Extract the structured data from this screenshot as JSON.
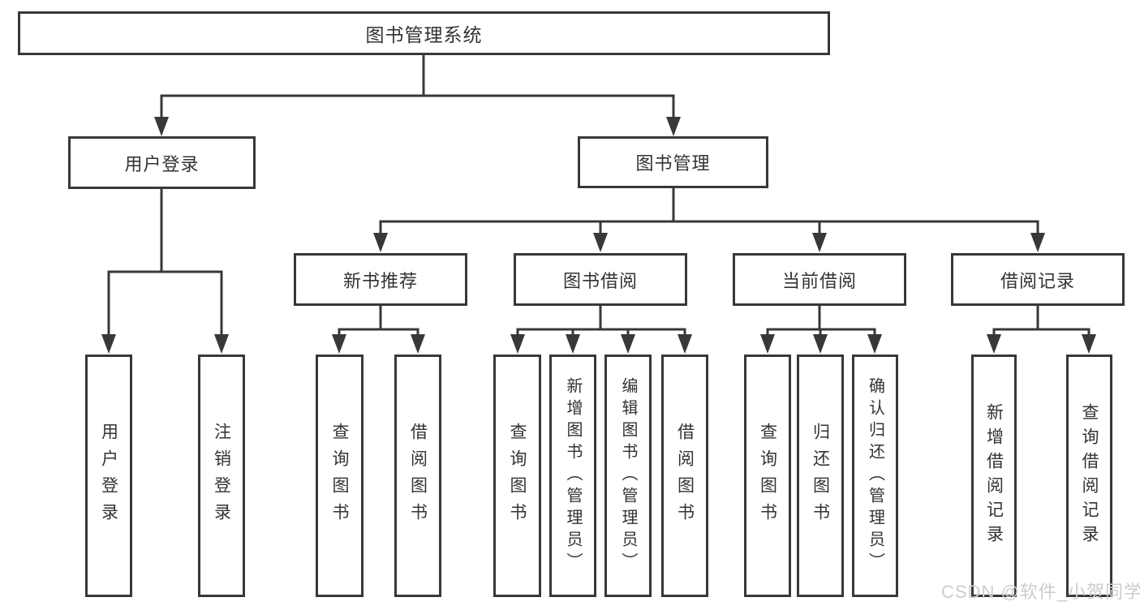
{
  "tree": {
    "label": "图书管理系统",
    "children": [
      {
        "label": "用户登录",
        "children": [
          {
            "label": "用户登录"
          },
          {
            "label": "注销登录"
          }
        ]
      },
      {
        "label": "图书管理",
        "children": [
          {
            "label": "新书推荐",
            "children": [
              {
                "label": "查询图书"
              },
              {
                "label": "借阅图书"
              }
            ]
          },
          {
            "label": "图书借阅",
            "children": [
              {
                "label": "查询图书"
              },
              {
                "label": "新增图书（管理员）"
              },
              {
                "label": "编辑图书（管理员）"
              },
              {
                "label": "借阅图书"
              }
            ]
          },
          {
            "label": "当前借阅",
            "children": [
              {
                "label": "查询图书"
              },
              {
                "label": "归还图书"
              },
              {
                "label": "确认归还（管理员）"
              }
            ]
          },
          {
            "label": "借阅记录",
            "children": [
              {
                "label": "新增借阅记录"
              },
              {
                "label": "查询借阅记录"
              }
            ]
          }
        ]
      }
    ]
  },
  "watermark": "CSDN @软件_小贺同学",
  "colors": {
    "line": "#383838",
    "box_border": "#383838",
    "text": "#333333",
    "watermark": "#c9ced3",
    "background": "#ffffff"
  }
}
